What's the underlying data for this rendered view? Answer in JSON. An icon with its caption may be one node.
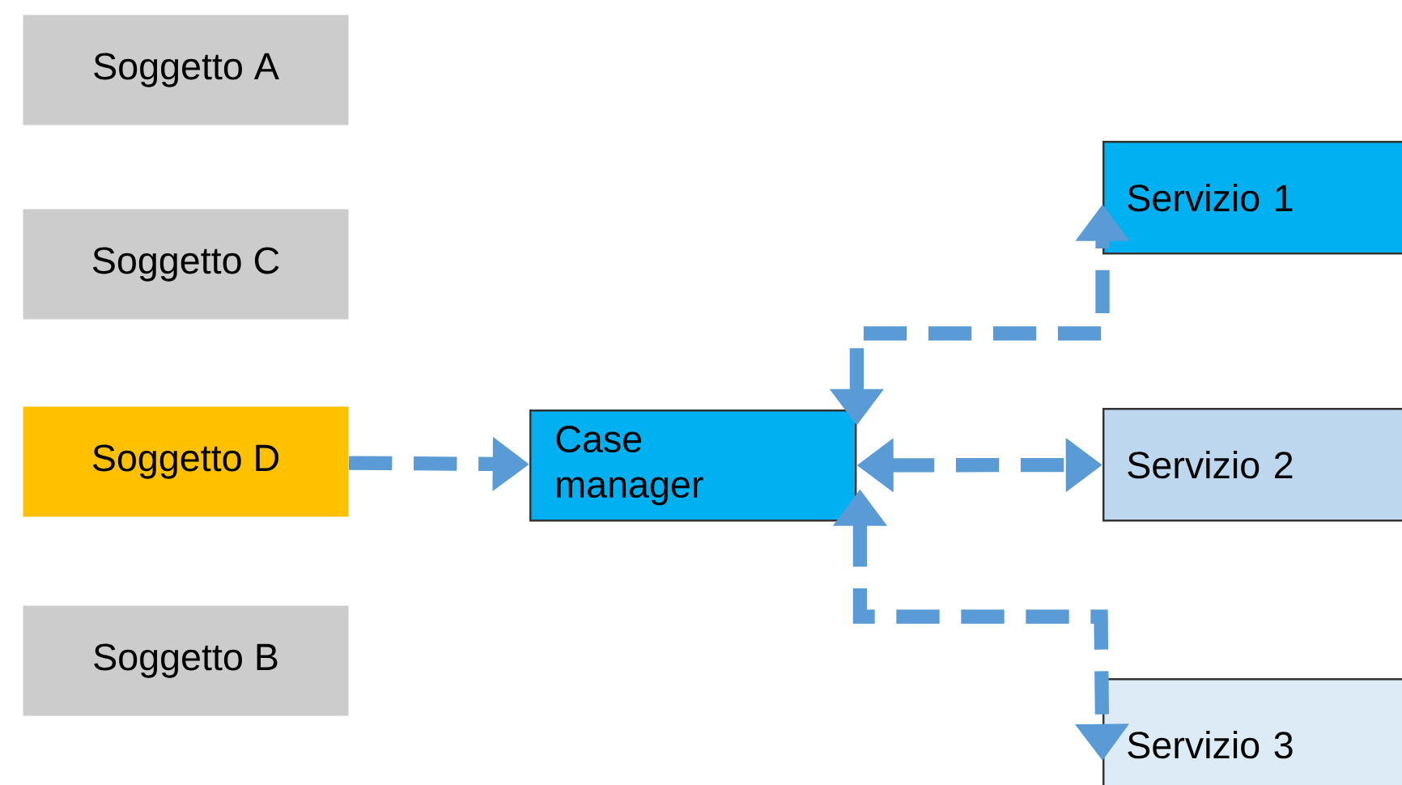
{
  "diagram": {
    "nodes": [
      {
        "text": [
          "Soggetto A"
        ]
      },
      {
        "text": [
          "Soggetto C"
        ]
      },
      {
        "text": [
          "Soggetto D"
        ]
      },
      {
        "text": [
          "Soggetto B"
        ]
      },
      {
        "text": [
          "Case manager"
        ]
      },
      {
        "text": [
          "Servizio 1"
        ]
      },
      {
        "text": [
          "Servizio 2"
        ]
      },
      {
        "text": [
          "Servizio 3"
        ]
      }
    ],
    "edges": [
      {
        "from": 2,
        "to": 4,
        "arrow": "to"
      },
      {
        "from": 4,
        "to": 5,
        "arrow": "both"
      },
      {
        "from": 4,
        "to": 6,
        "arrow": "both"
      },
      {
        "from": 4,
        "to": 7,
        "arrow": "both"
      }
    ]
  }
}
